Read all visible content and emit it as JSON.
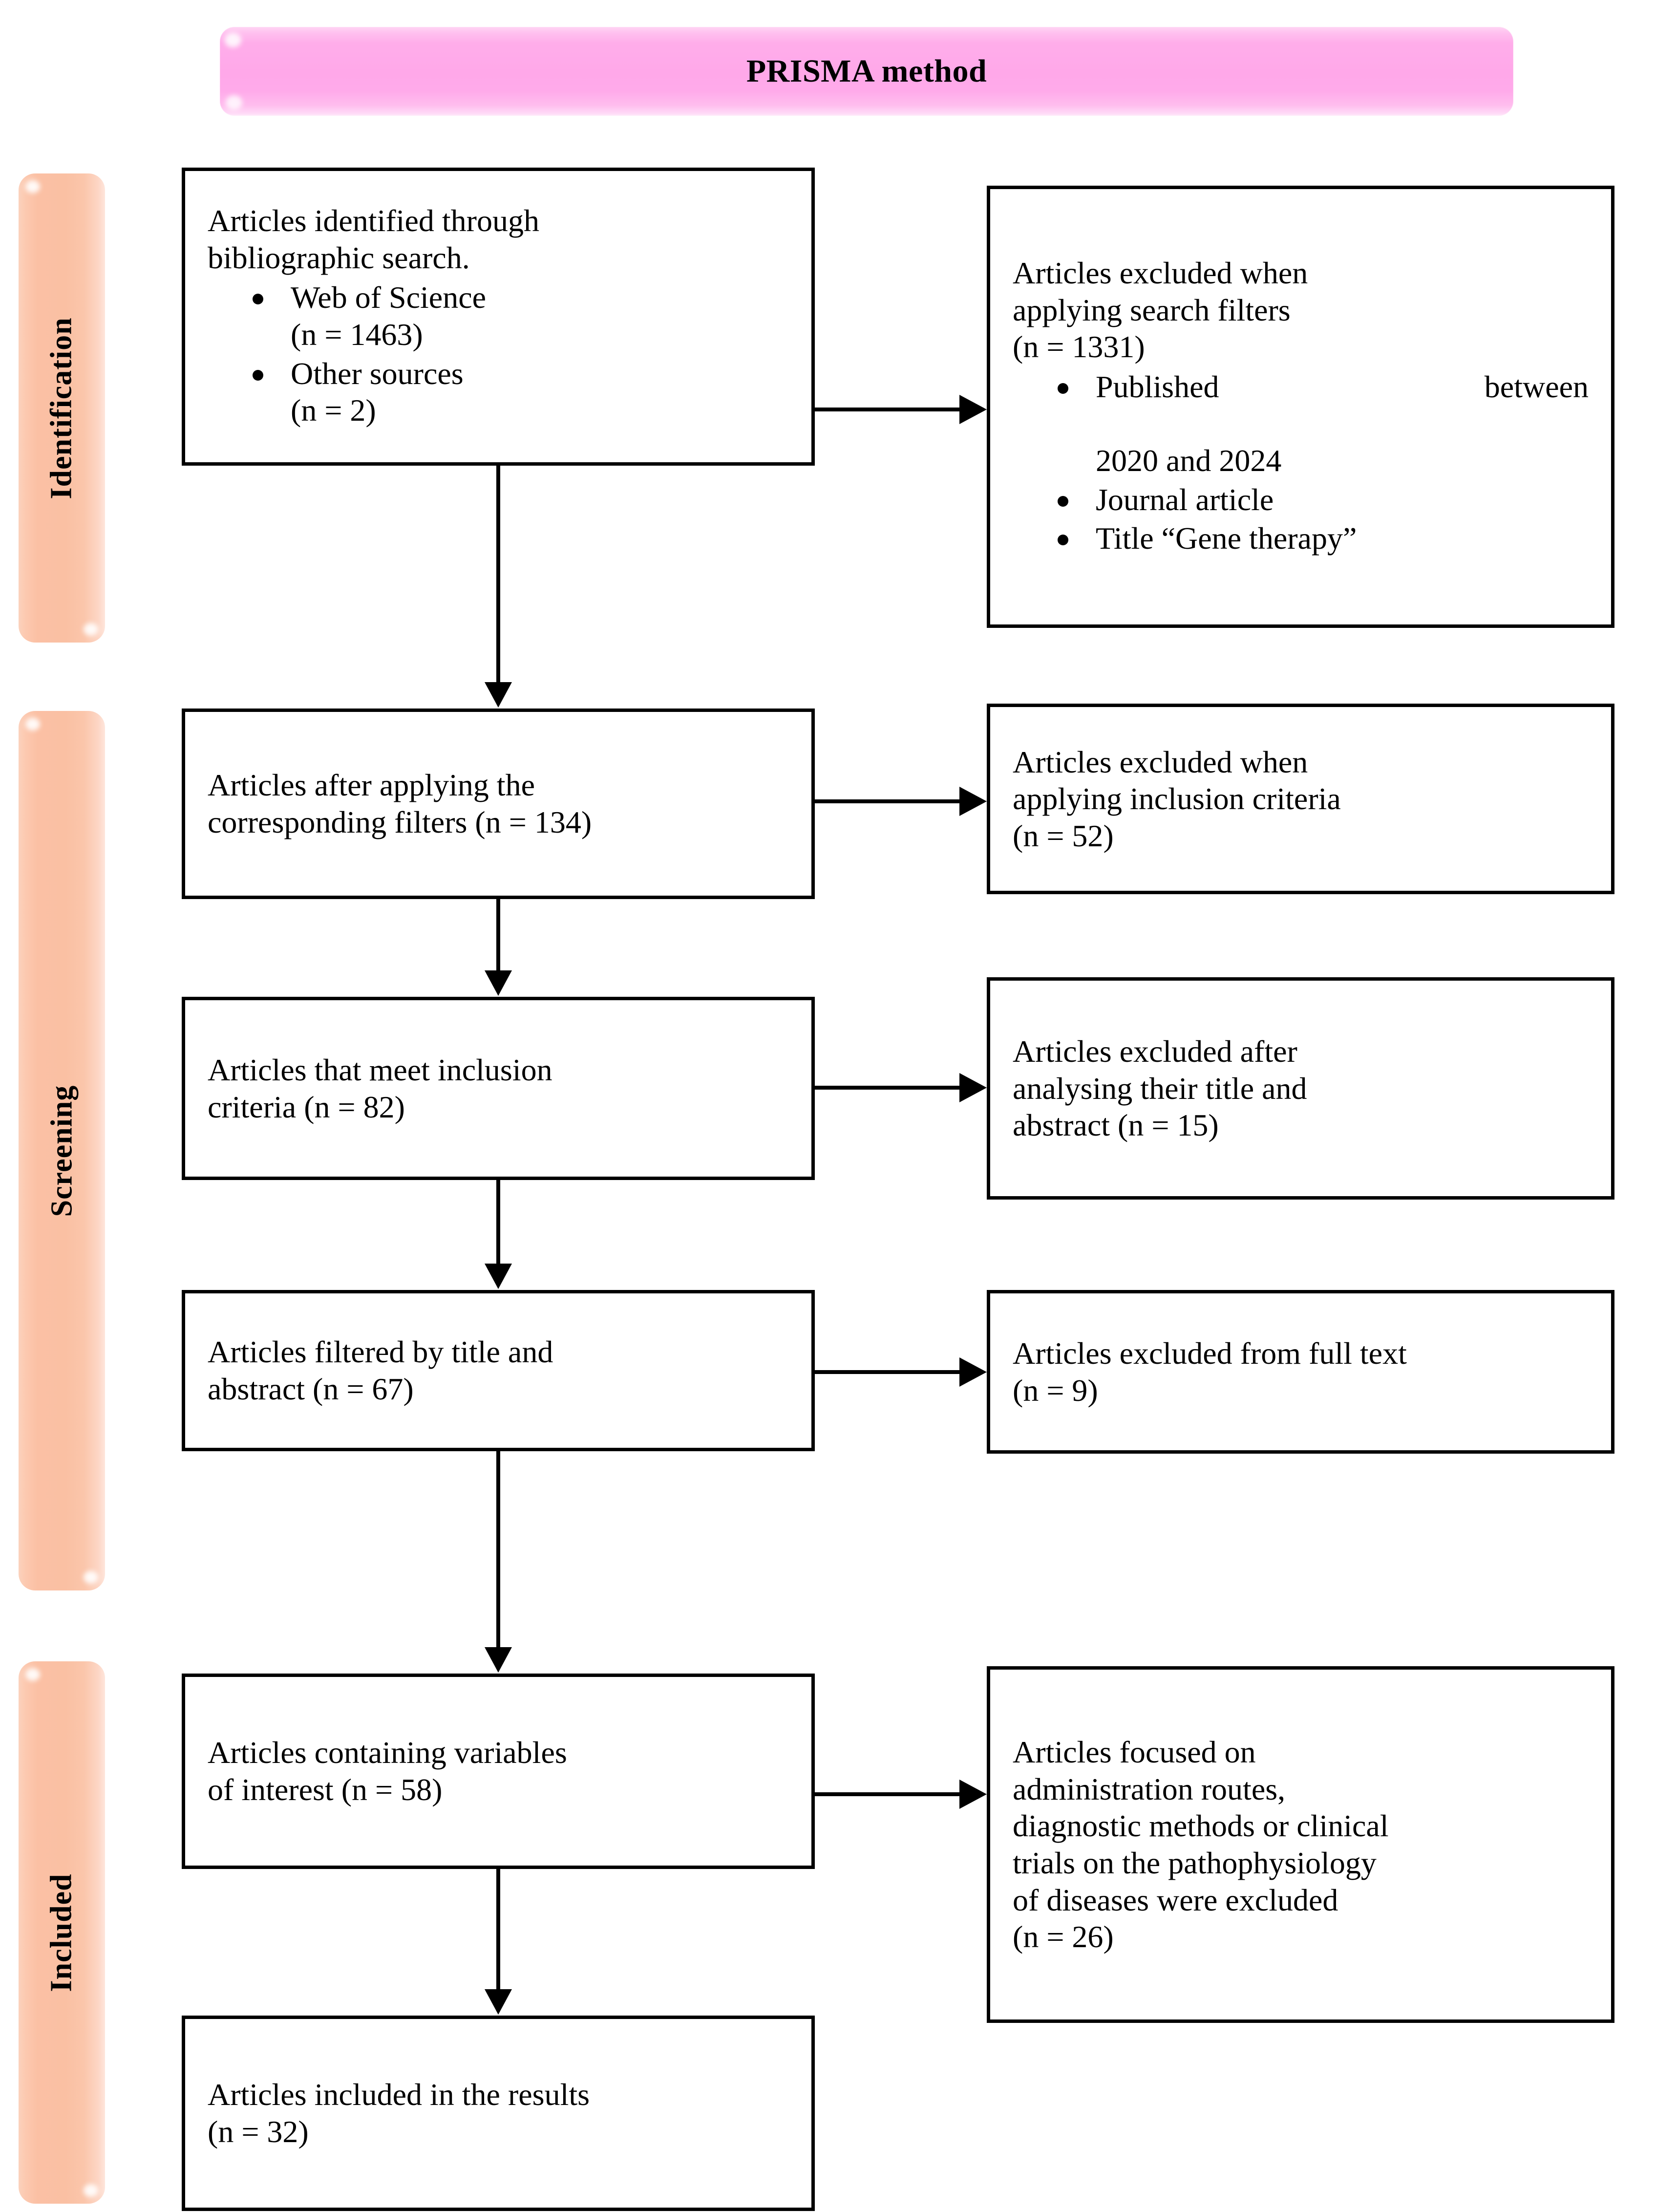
{
  "title": {
    "text": "PRISMA method",
    "banner_color": "#ffa8e9"
  },
  "phases": [
    {
      "id": "identification",
      "label": "Identification",
      "color": "#fac0a3"
    },
    {
      "id": "screening",
      "label": "Screening",
      "color": "#fac0a3"
    },
    {
      "id": "included",
      "label": "Included",
      "color": "#fac0a3"
    }
  ],
  "boxes": {
    "identified": {
      "line1": "Articles identified through",
      "line2": "bibliographic search.",
      "bullets": [
        {
          "label": "Web of Science",
          "count": "(n = 1463)"
        },
        {
          "label": "Other sources",
          "count": "(n = 2)"
        }
      ]
    },
    "excluded_filters": {
      "line1": "Articles excluded when",
      "line2": "applying search filters",
      "line3": "(n = 1331)",
      "bullets": [
        {
          "label": "Published between",
          "count": "2020 and 2024"
        },
        {
          "label": "Journal article",
          "count": ""
        },
        {
          "label": "Title “Gene therapy”",
          "count": ""
        }
      ]
    },
    "after_filters": {
      "line1": "Articles after applying the",
      "line2": "corresponding filters (n = 134)"
    },
    "excluded_inclusion": {
      "line1": "Articles excluded when",
      "line2": "applying inclusion criteria",
      "line3": "(n = 52)"
    },
    "meet_inclusion": {
      "line1": "Articles that meet inclusion",
      "line2": "criteria (n = 82)"
    },
    "excluded_title_abstract": {
      "line1": "Articles excluded after",
      "line2": "analysing their title and",
      "line3": "abstract (n = 15)"
    },
    "filtered_title_abstract": {
      "line1": "Articles filtered by title and",
      "line2": "abstract (n = 67)"
    },
    "excluded_fulltext": {
      "line1": "Articles excluded from full text",
      "line2": "(n = 9)"
    },
    "variables_of_interest": {
      "line1": "Articles containing variables",
      "line2": "of interest (n = 58)"
    },
    "excluded_focused": {
      "line1": "Articles focused on",
      "line2": "administration routes,",
      "line3": "diagnostic methods or clinical",
      "line4": "trials on the pathophysiology",
      "line5": "of diseases were excluded",
      "line6": "(n = 26)"
    },
    "included_results": {
      "line1": "Articles included in the results",
      "line2": "(n = 32)"
    }
  },
  "connectors": [
    {
      "name": "identified-to-excluded-filters",
      "type": "horizontal"
    },
    {
      "name": "identified-to-after-filters",
      "type": "vertical"
    },
    {
      "name": "after-filters-to-excluded-incl",
      "type": "horizontal"
    },
    {
      "name": "after-filters-to-meet-inclusion",
      "type": "vertical"
    },
    {
      "name": "meet-inclusion-to-excluded-ta",
      "type": "horizontal"
    },
    {
      "name": "meet-inclusion-to-filtered-ta",
      "type": "vertical"
    },
    {
      "name": "filtered-ta-to-excluded-fulltext",
      "type": "horizontal"
    },
    {
      "name": "filtered-ta-to-variables",
      "type": "vertical"
    },
    {
      "name": "variables-to-excluded-focused",
      "type": "horizontal"
    },
    {
      "name": "variables-to-included-results",
      "type": "vertical"
    }
  ]
}
